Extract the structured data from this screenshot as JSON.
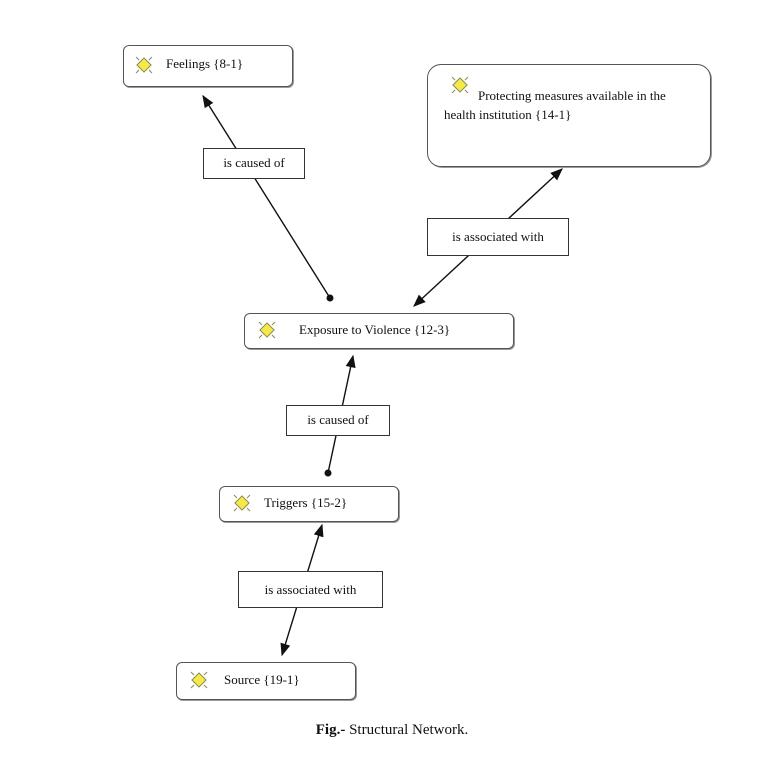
{
  "nodes": {
    "feelings": {
      "label": "Feelings {8-1}",
      "icon": "code-node-icon"
    },
    "protecting": {
      "label": "Protecting measures available in the health institution {14-1}",
      "icon": "code-node-icon"
    },
    "exposure": {
      "label": "Exposure to Violence {12-3}",
      "icon": "code-node-icon"
    },
    "triggers": {
      "label": "Triggers {15-2}",
      "icon": "code-node-icon"
    },
    "source": {
      "label": "Source {19-1}",
      "icon": "code-node-icon"
    }
  },
  "edges": {
    "exposure_feelings": "is caused of",
    "exposure_protecting": "is associated with",
    "triggers_exposure": "is caused of",
    "triggers_source": "is associated with"
  },
  "caption": {
    "prefix": "Fig.-",
    "text": " Structural Network."
  },
  "colors": {
    "icon_fill": "#f4e84a",
    "icon_stroke": "#8a8a50",
    "line": "#111111"
  }
}
